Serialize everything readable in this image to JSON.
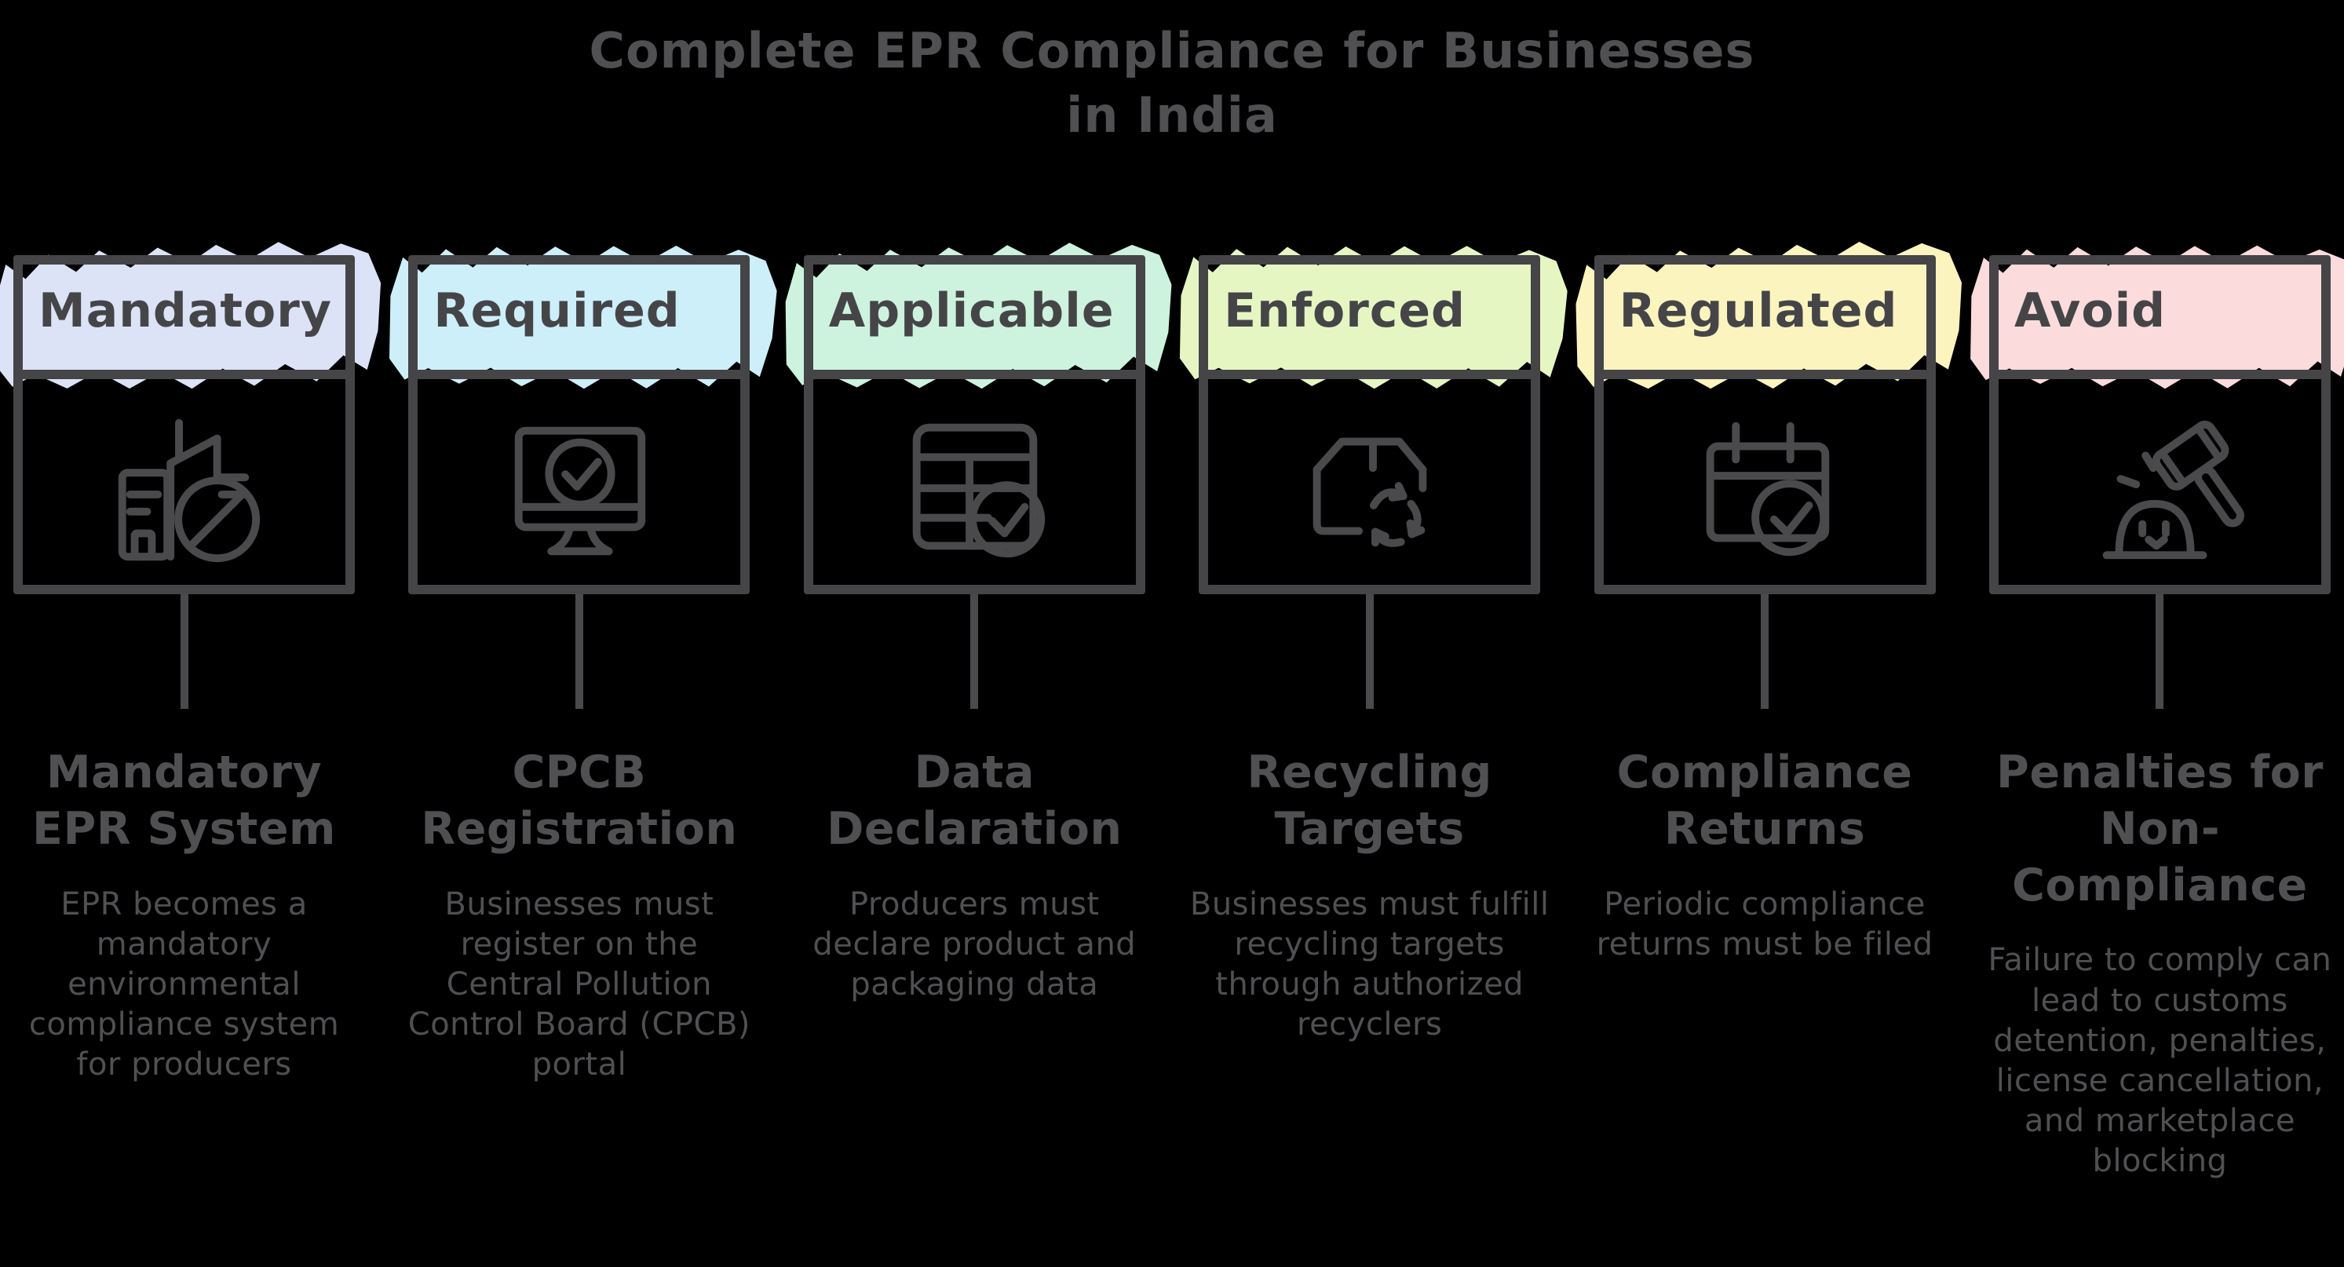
{
  "page": {
    "background": "#000000",
    "ink_color": "#4a4a4d",
    "text_color": "#505053",
    "title_line1": "Complete EPR Compliance for Businesses",
    "title_line2": "in India"
  },
  "cards": [
    {
      "tag": "Mandatory",
      "tag_color": "#dce3f7",
      "icon": "building-prohibited-icon",
      "title": "Mandatory EPR System",
      "description": "EPR becomes a mandatory environmental compliance system for producers"
    },
    {
      "tag": "Required",
      "tag_color": "#cdeffa",
      "icon": "monitor-check-icon",
      "title": "CPCB Registration",
      "description": "Businesses must register on the Central Pollution Control Board (CPCB) portal"
    },
    {
      "tag": "Applicable",
      "tag_color": "#cdf3de",
      "icon": "table-check-icon",
      "title": "Data Declaration",
      "description": "Producers must declare product and packaging data"
    },
    {
      "tag": "Enforced",
      "tag_color": "#e5f6c3",
      "icon": "box-recycle-icon",
      "title": "Recycling Targets",
      "description": "Businesses must fulfill recycling targets through authorized recyclers"
    },
    {
      "tag": "Regulated",
      "tag_color": "#fcf4bf",
      "icon": "calendar-check-icon",
      "title": "Compliance Returns",
      "description": "Periodic compliance returns must be filed"
    },
    {
      "tag": "Avoid",
      "tag_color": "#fbdbdb",
      "icon": "gavel-mole-icon",
      "title": "Penalties for Non-Compliance",
      "description": "Failure to comply can lead to customs detention, penalties, license cancellation, and marketplace blocking"
    }
  ]
}
